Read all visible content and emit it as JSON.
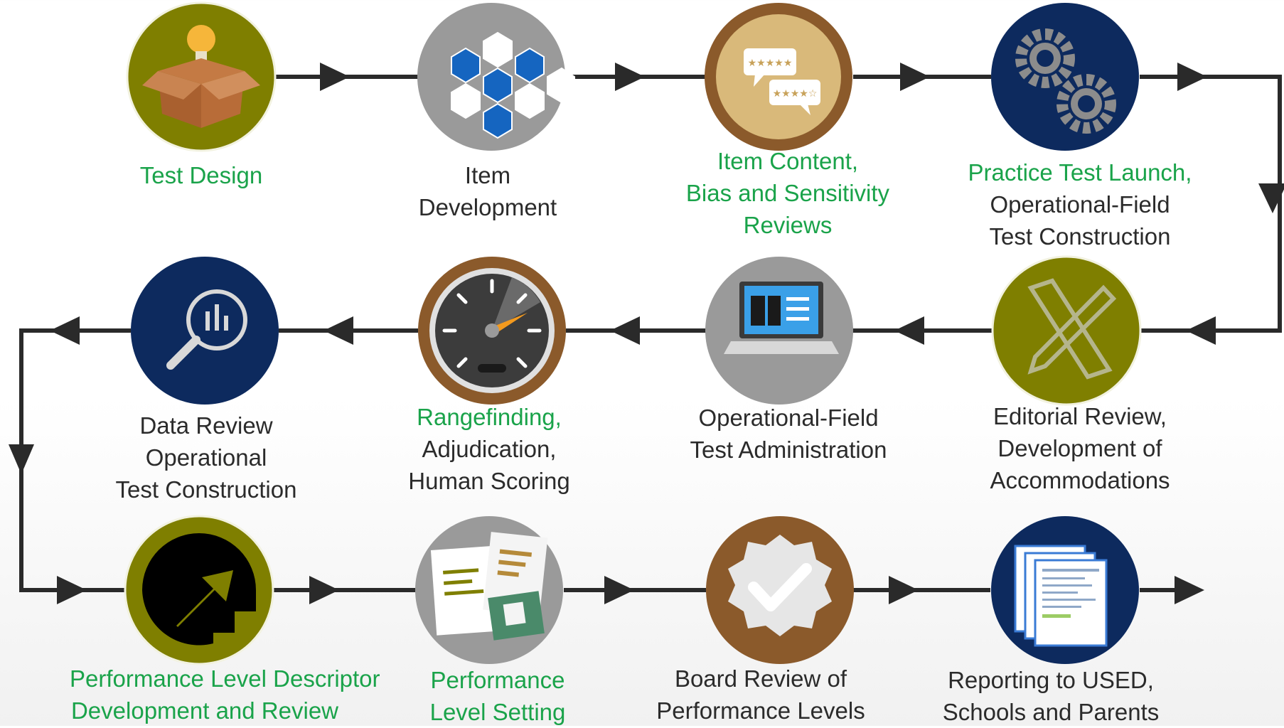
{
  "colors": {
    "olive": "#7f7f00",
    "gray": "#9a9a9a",
    "brown": "#8b5a2b",
    "navy": "#0d2a5e",
    "highlight_text": "#1aa34a",
    "body_text": "#2b2b2b",
    "connector": "#2a2a2a"
  },
  "steps": [
    {
      "id": "test-design",
      "icon": "lightbulb-box-icon",
      "lines": [
        {
          "text": "Test Design",
          "highlight": true
        }
      ]
    },
    {
      "id": "item-development",
      "icon": "science-hexagons-icon",
      "lines": [
        {
          "text": "Item",
          "highlight": false
        },
        {
          "text": "Development",
          "highlight": false
        }
      ]
    },
    {
      "id": "item-content-reviews",
      "icon": "rating-speech-bubbles-icon",
      "lines": [
        {
          "text": "Item Content,",
          "highlight": true
        },
        {
          "text": "Bias and Sensitivity",
          "highlight": true
        },
        {
          "text": "Reviews",
          "highlight": true
        }
      ]
    },
    {
      "id": "practice-test-launch",
      "icon": "gears-icon",
      "lines": [
        {
          "text": "Practice Test Launch,",
          "highlight": true
        },
        {
          "text": "Operational-Field",
          "highlight": false
        },
        {
          "text": "Test Construction",
          "highlight": false
        }
      ]
    },
    {
      "id": "editorial-review",
      "icon": "ruler-pencil-icon",
      "lines": [
        {
          "text": "Editorial Review,",
          "highlight": false
        },
        {
          "text": "Development of",
          "highlight": false
        },
        {
          "text": "Accommodations",
          "highlight": false
        }
      ]
    },
    {
      "id": "operational-field-administration",
      "icon": "laptop-checklist-icon",
      "lines": [
        {
          "text": "Operational-Field",
          "highlight": false
        },
        {
          "text": "Test Administration",
          "highlight": false
        }
      ]
    },
    {
      "id": "rangefinding",
      "icon": "speedometer-icon",
      "lines": [
        {
          "text": "Rangefinding,",
          "highlight": true
        },
        {
          "text": "Adjudication,",
          "highlight": false
        },
        {
          "text": "Human Scoring",
          "highlight": false
        }
      ]
    },
    {
      "id": "data-review",
      "icon": "magnifier-chart-icon",
      "lines": [
        {
          "text": "Data Review",
          "highlight": false
        },
        {
          "text": "Operational",
          "highlight": false
        },
        {
          "text": "Test Construction",
          "highlight": false
        }
      ]
    },
    {
      "id": "pld-development",
      "icon": "stairs-arrow-icon",
      "lines": [
        {
          "text": "Performance Level Descriptor",
          "highlight": true
        },
        {
          "text": "Development and Review",
          "highlight": true
        }
      ]
    },
    {
      "id": "performance-level-setting",
      "icon": "report-documents-icon",
      "lines": [
        {
          "text": "Performance",
          "highlight": true
        },
        {
          "text": "Level Setting",
          "highlight": true
        }
      ]
    },
    {
      "id": "board-review",
      "icon": "checkmark-badge-icon",
      "lines": [
        {
          "text": "Board Review of",
          "highlight": false
        },
        {
          "text": "Performance Levels",
          "highlight": false
        }
      ]
    },
    {
      "id": "reporting",
      "icon": "score-reports-icon",
      "lines": [
        {
          "text": "Reporting to USED,",
          "highlight": false
        },
        {
          "text": "Schools and Parents",
          "highlight": false
        }
      ]
    }
  ]
}
